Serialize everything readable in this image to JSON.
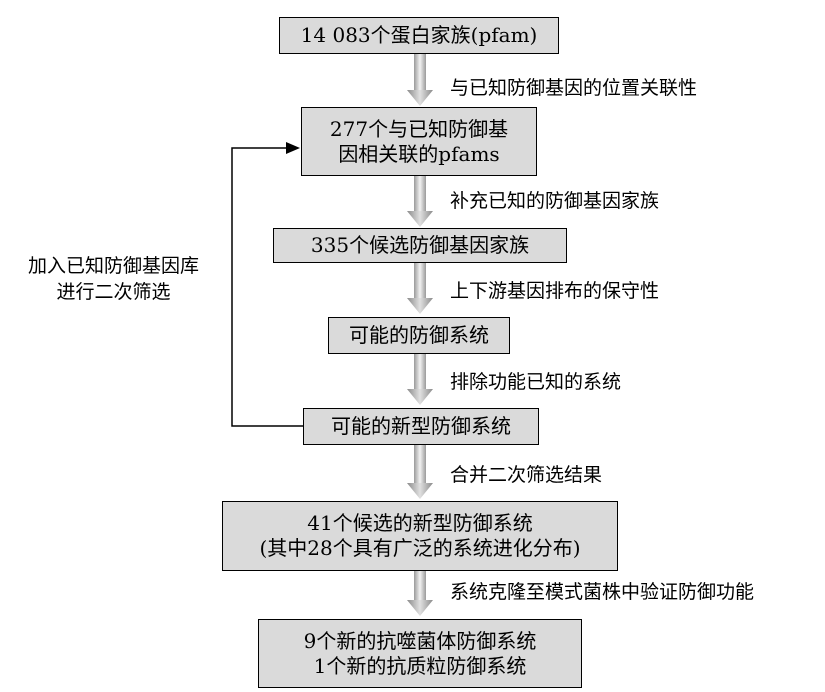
{
  "nodes": {
    "n1": [
      "14 083个蛋白家族(pfam)"
    ],
    "n2": [
      "277个与已知防御基",
      "因相关联的pfams"
    ],
    "n3": [
      "335个候选防御基因家族"
    ],
    "n4": [
      "可能的防御系统"
    ],
    "n5": [
      "可能的新型防御系统"
    ],
    "n6": [
      "41个候选的新型防御系统",
      "(其中28个具有广泛的系统进化分布)"
    ],
    "n7": [
      "9个新的抗噬菌体防御系统",
      "1个新的抗质粒防御系统"
    ]
  },
  "edges": {
    "e1": "与已知防御基因的位置关联性",
    "e2": "补充已知的防御基因家族",
    "e3": "上下游基因排布的保守性",
    "e4": "排除功能已知的系统",
    "e5": "合并二次筛选结果",
    "e6": "系统克隆至模式菌株中验证防御功能"
  },
  "feedback": [
    "加入已知防御基因库",
    "进行二次筛选"
  ]
}
